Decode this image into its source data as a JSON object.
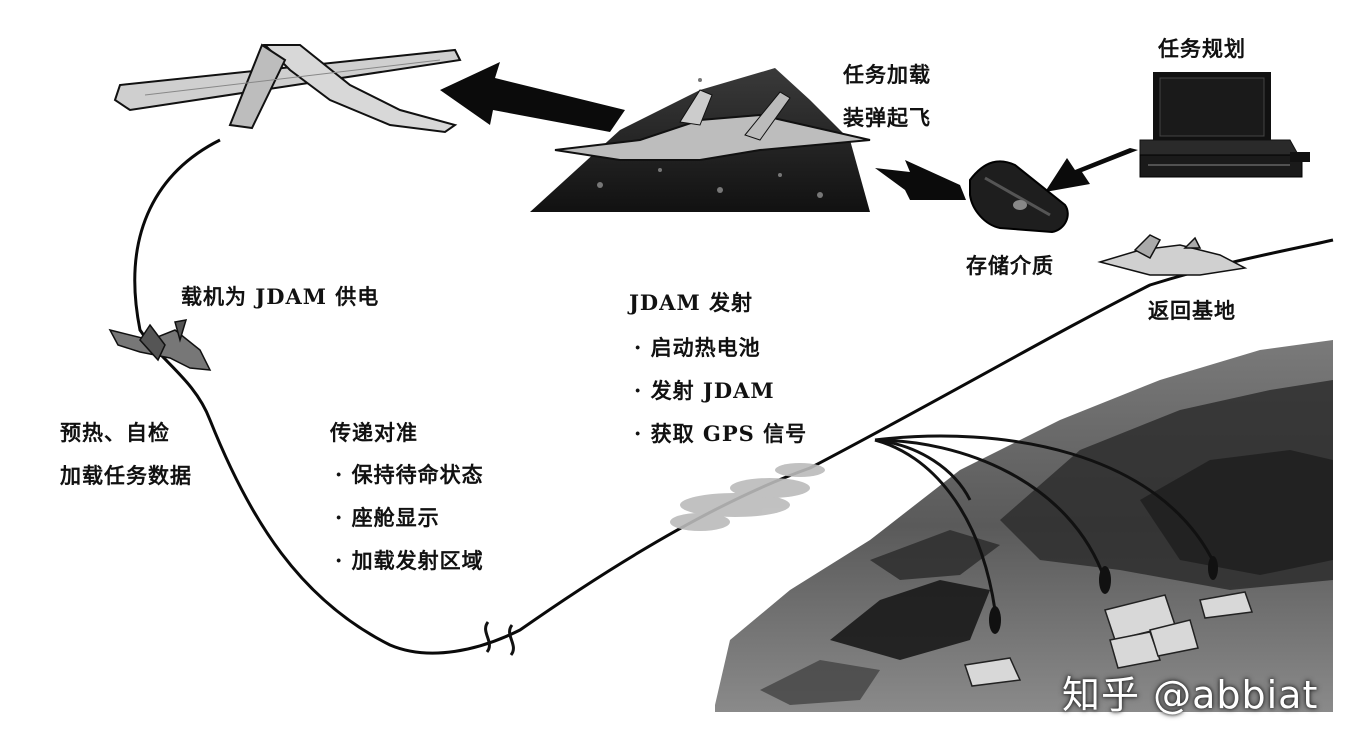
{
  "labels": {
    "mission_planning": "任务规划",
    "storage_medium": "存储介质",
    "takeoff": [
      "任务加载",
      "装弹起飞"
    ],
    "power": "载机为 JDAM 供电",
    "preheat": [
      "预热、自检",
      "加载任务数据"
    ],
    "transfer_title": "传递对准",
    "transfer_items": [
      "保持待命状态",
      "座舱显示",
      "加载发射区域"
    ],
    "launch_title": "JDAM 发射",
    "launch_items": [
      "启动热电池",
      "发射 JDAM",
      "获取 GPS 信号"
    ],
    "return_base": "返回基地"
  },
  "watermark": "知乎 @abbiat",
  "icons": [
    "laptop-icon",
    "storage-device-icon",
    "aircraft-on-ground-icon",
    "flying-aircraft-icon",
    "terrain-target-area"
  ]
}
